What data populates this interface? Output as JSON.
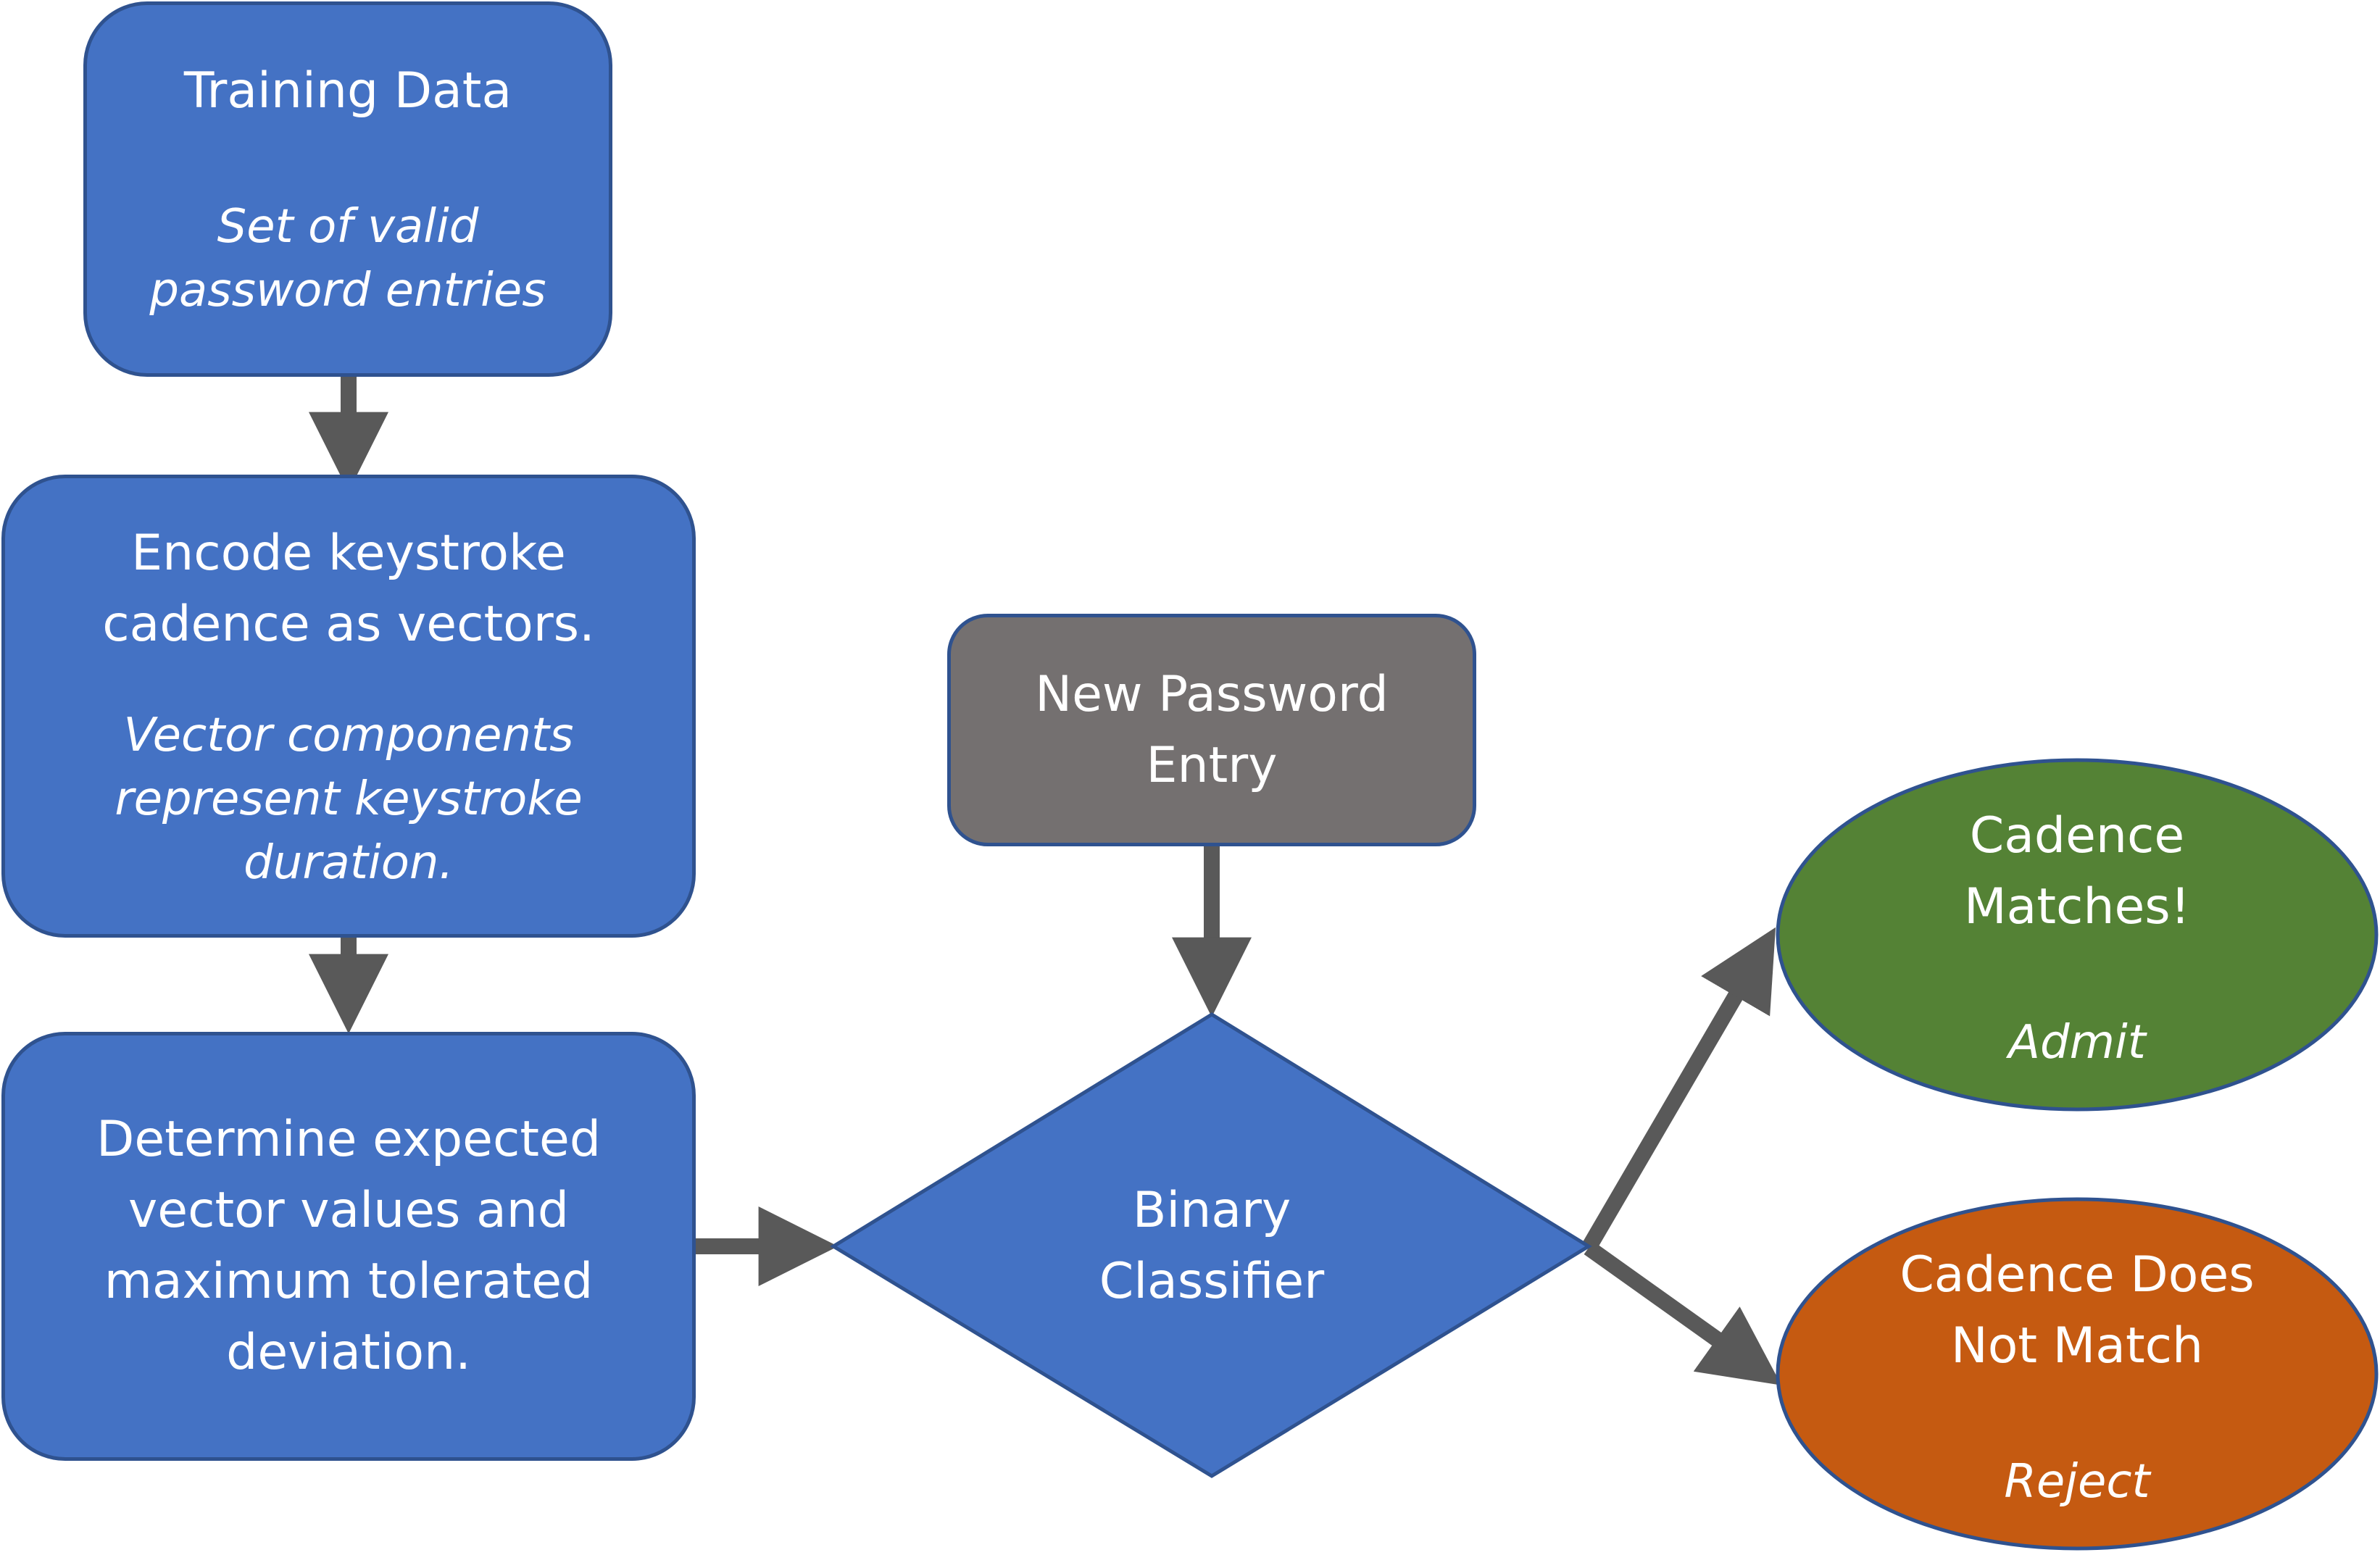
{
  "nodes": {
    "training": {
      "title": "Training Data",
      "subtitle_line1": "Set of valid",
      "subtitle_line2": "password entries"
    },
    "encode": {
      "title_line1": "Encode keystroke",
      "title_line2": "cadence as vectors.",
      "subtitle_line1": "Vector components",
      "subtitle_line2": "represent keystroke",
      "subtitle_line3": "duration."
    },
    "determine": {
      "line1": "Determine expected",
      "line2": "vector values and",
      "line3": "maximum tolerated",
      "line4": "deviation."
    },
    "new_entry": {
      "line1": "New Password",
      "line2": "Entry"
    },
    "classifier": {
      "line1": "Binary",
      "line2": "Classifier"
    },
    "matches": {
      "line1": "Cadence",
      "line2": "Matches!",
      "action": "Admit"
    },
    "no_match": {
      "line1": "Cadence Does",
      "line2": "Not Match",
      "action": "Reject"
    }
  },
  "colors": {
    "blue_fill": "#4472c4",
    "border": "#2f528f",
    "gray_fill": "#747070",
    "green_fill": "#548235",
    "orange_fill": "#c55a11",
    "arrow": "#595959"
  }
}
